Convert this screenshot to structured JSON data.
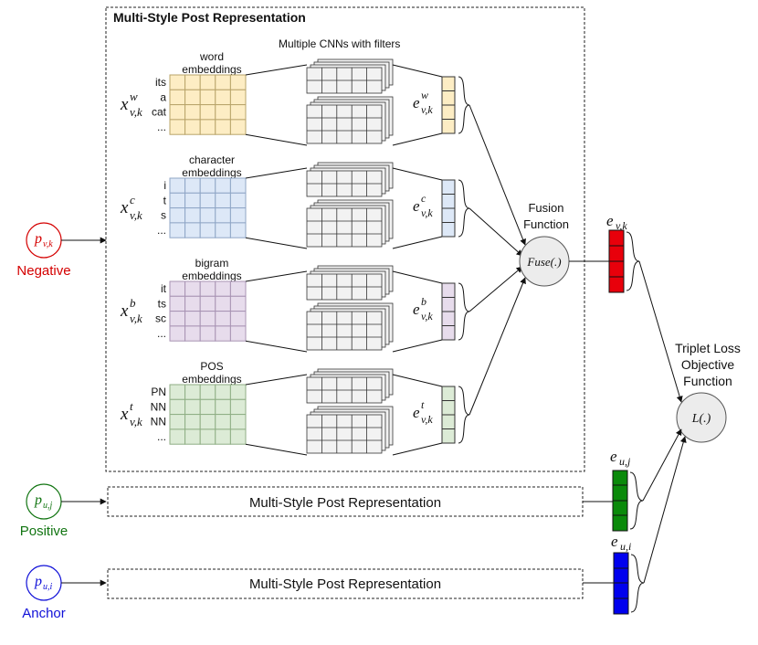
{
  "main_box": {
    "title": "Multi-Style Post Representation",
    "cnn_header": "Multiple CNNs with filters"
  },
  "rows": [
    {
      "key": "word",
      "emb_label_1": "word",
      "emb_label_2": "embeddings",
      "tokens": [
        "its",
        "a",
        "cat",
        "..."
      ],
      "x_sup": "w",
      "e_sup": "w",
      "fill": "#fdedc4",
      "stroke": "#b8a46a"
    },
    {
      "key": "char",
      "emb_label_1": "character",
      "emb_label_2": "embeddings",
      "tokens": [
        "i",
        "t",
        "s",
        "..."
      ],
      "x_sup": "c",
      "e_sup": "c",
      "fill": "#dde8f7",
      "stroke": "#8fa6c6"
    },
    {
      "key": "bigram",
      "emb_label_1": "bigram",
      "emb_label_2": "embeddings",
      "tokens": [
        "it",
        "ts",
        "sc",
        "..."
      ],
      "x_sup": "b",
      "e_sup": "b",
      "fill": "#e7dcec",
      "stroke": "#a893b3"
    },
    {
      "key": "pos",
      "emb_label_1": "POS",
      "emb_label_2": "embeddings",
      "tokens": [
        "PN",
        "NN",
        "NN",
        "..."
      ],
      "x_sup": "t",
      "e_sup": "t",
      "fill": "#dcebd6",
      "stroke": "#8fae84"
    }
  ],
  "symbols": {
    "x_base": "x",
    "x_sub": "v,k",
    "e_base": "e",
    "e_sub": "v,k"
  },
  "fusion": {
    "label_1": "Fusion",
    "label_2": "Function",
    "symbol": "Fuse(.)"
  },
  "output_vectors": {
    "v": {
      "base": "e",
      "sub": "v,k",
      "color": "#e8000b"
    },
    "uj": {
      "base": "e",
      "sub": "u,j",
      "color": "#0a8a0a"
    },
    "ui": {
      "base": "e",
      "sub": "u,i",
      "color": "#0000ee"
    }
  },
  "loss": {
    "label_1": "Triplet Loss",
    "label_2": "Objective",
    "label_3": "Function",
    "symbol": "L(.)"
  },
  "inputs": {
    "negative": {
      "base": "p",
      "sub": "v,k",
      "label": "Negative",
      "color": "#d40000"
    },
    "positive": {
      "base": "p",
      "sub": "u,j",
      "label": "Positive",
      "color": "#127512"
    },
    "anchor": {
      "base": "p",
      "sub": "u,i",
      "label": "Anchor",
      "color": "#1010d8"
    }
  },
  "small_boxes": {
    "positive_label": "Multi-Style Post Representation",
    "anchor_label": "Multi-Style Post Representation"
  }
}
